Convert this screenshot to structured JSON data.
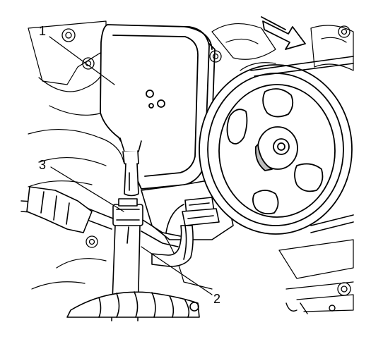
{
  "callouts": [
    {
      "id": "1"
    },
    {
      "id": "2"
    },
    {
      "id": "3"
    }
  ],
  "direction_arrow_icon": "double-outline-arrow-icon",
  "colors": {
    "line": "#000000",
    "fill_light": "#ffffff",
    "fill_shade": "#bdbdbd"
  }
}
